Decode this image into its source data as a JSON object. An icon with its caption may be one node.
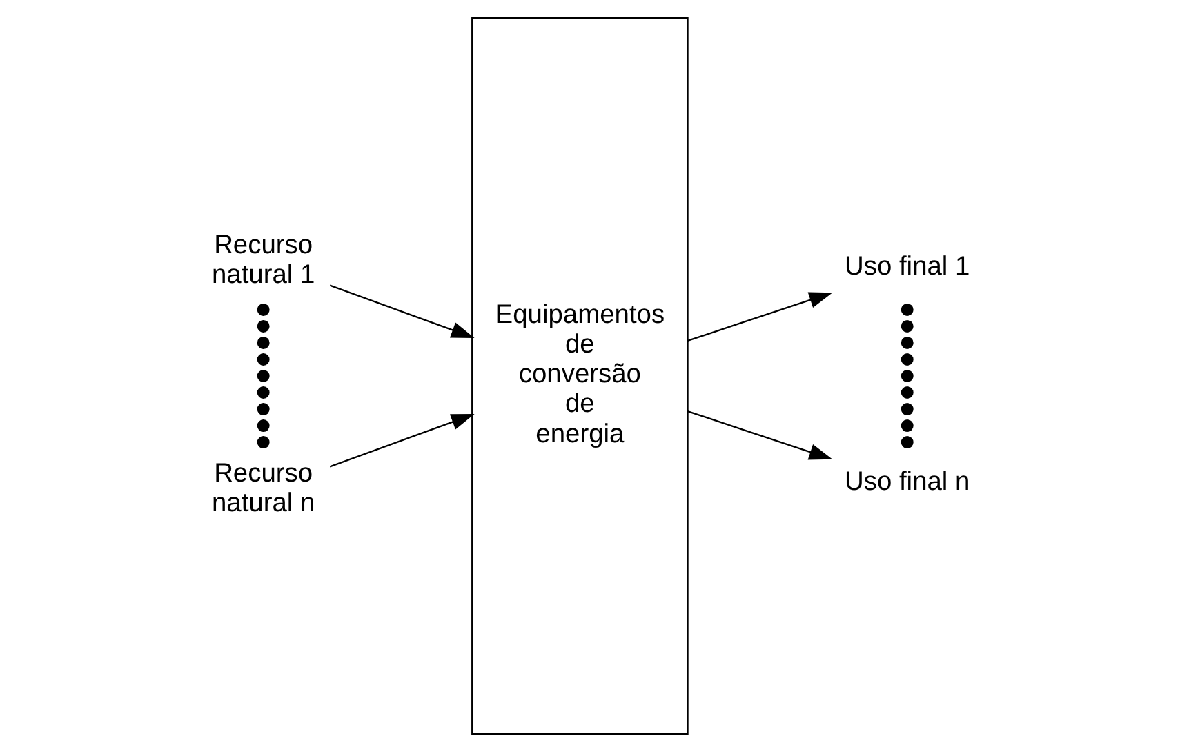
{
  "diagram": {
    "nodes": [
      {
        "text": [
          "Recurso natural 1"
        ]
      },
      {
        "text": [
          "Recurso natural n"
        ]
      },
      {
        "text": [
          "Equipamentos de conversão de energia"
        ]
      },
      {
        "text": [
          "Uso final 1"
        ]
      },
      {
        "text": [
          "Uso final n"
        ]
      }
    ],
    "edges": [
      {
        "from": 0,
        "to": 2,
        "arrow": "to"
      },
      {
        "from": 1,
        "to": 2,
        "arrow": "to"
      },
      {
        "from": 2,
        "to": 3,
        "arrow": "to"
      },
      {
        "from": 2,
        "to": 4,
        "arrow": "to"
      }
    ]
  }
}
